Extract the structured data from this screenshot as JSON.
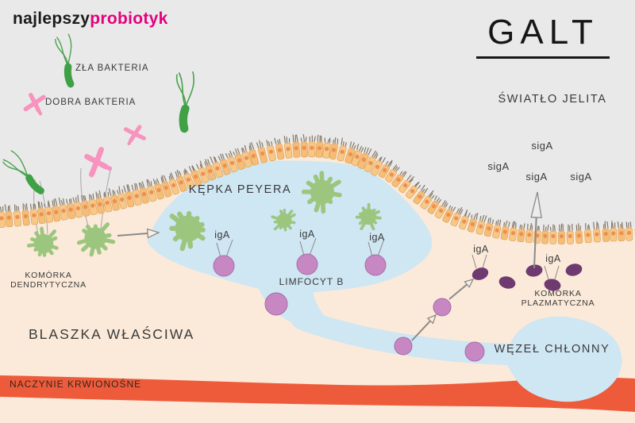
{
  "logo": {
    "part1": "najlepszy",
    "part2": "probiotyk"
  },
  "title": "GALT",
  "labels": {
    "lumen": "ŚWIATŁO JELITA",
    "bad_bacteria": "ZŁA BAKTERIA",
    "good_bacteria": "DOBRA BAKTERIA",
    "peyers_patch": "KĘPKA PEYERA",
    "dendritic_line1": "KOMÓRKA",
    "dendritic_line2": "DENDRYTYCZNA",
    "b_lymphocyte": "LIMFOCYT B",
    "lamina_propria": "BLASZKA WŁAŚCIWA",
    "blood_vessel": "NACZYNIE KRWIONOŚNE",
    "plasma_line1": "KOMÓRKA",
    "plasma_line2": "PLAZMATYCZNA",
    "lymph_node": "WĘZEŁ CHŁONNY",
    "iga": "igA",
    "siga": "sigA"
  },
  "colors": {
    "lumen_bg": "#e9e9e9",
    "tissue_bg": "#fbead9",
    "patch_blue": "#cfe6f3",
    "vessel_red": "#ee5b3b",
    "epithelium_cell": "#f8c887",
    "epithelium_cell_alt": "#f5bd76",
    "epithelium_nucleus": "#ee8f4f",
    "epithelium_border": "#d9a05e",
    "brush_border": "#7b6c59",
    "dendritic_green": "#9cc67e",
    "lymphocyte_purple": "#c687c3",
    "lymphocyte_stroke": "#a76fa6",
    "plasma_purple": "#6f3a70",
    "bacteria_bad_green": "#3fa046",
    "bacteria_good_pink": "#f793be",
    "arrow_gray": "#8a8a8a",
    "text_dark": "#3a3a3a",
    "logo_pink": "#e5007d"
  }
}
